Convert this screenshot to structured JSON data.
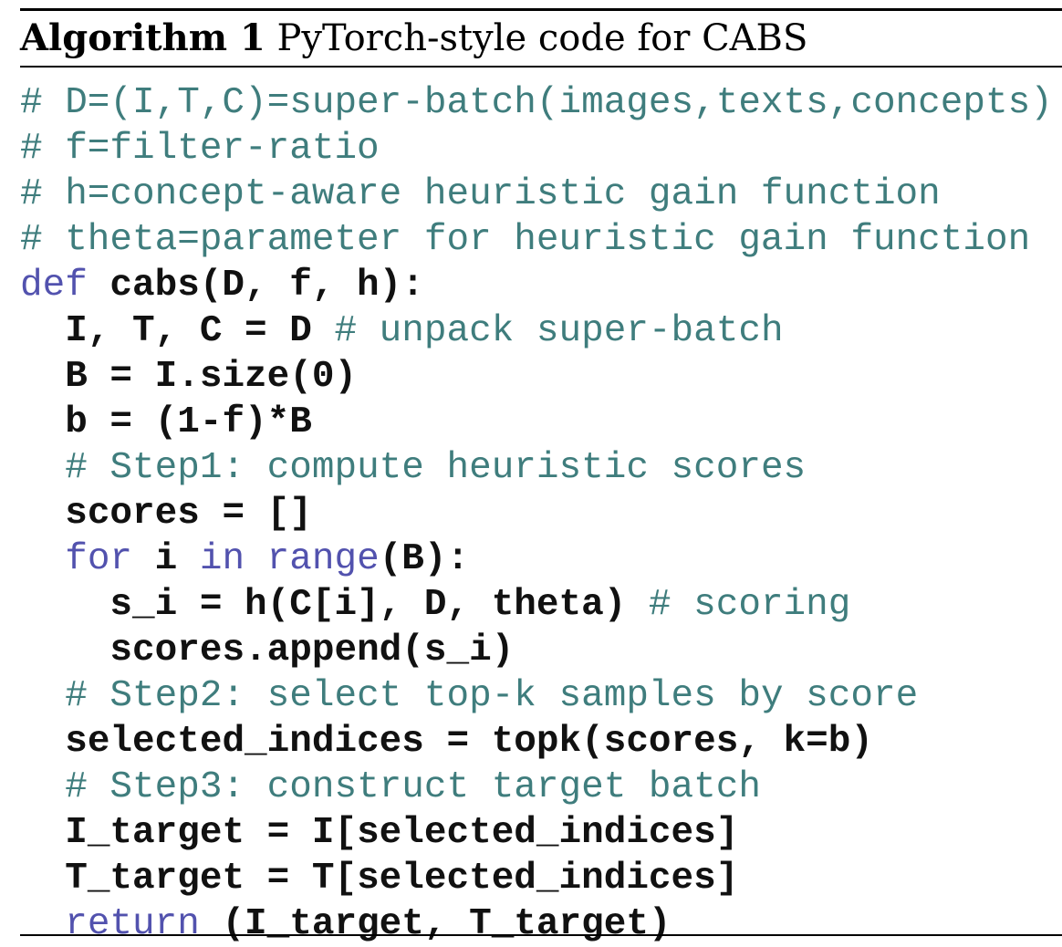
{
  "algorithm": {
    "label": "Algorithm 1",
    "title": "PyTorch-style code for CABS"
  },
  "colors": {
    "comment": "#3f7d7d",
    "keyword": "#5252ae",
    "text": "#111111"
  },
  "code_lines": [
    {
      "indent": 0,
      "segments": [
        {
          "type": "comment",
          "text": "# D=(I,T,C)=super-batch(images,texts,concepts)"
        }
      ]
    },
    {
      "indent": 0,
      "segments": [
        {
          "type": "comment",
          "text": "# f=filter-ratio"
        }
      ]
    },
    {
      "indent": 0,
      "segments": [
        {
          "type": "comment",
          "text": "# h=concept-aware heuristic gain function"
        }
      ]
    },
    {
      "indent": 0,
      "segments": [
        {
          "type": "comment",
          "text": "# theta=parameter for heuristic gain function"
        }
      ]
    },
    {
      "indent": 0,
      "segments": [
        {
          "type": "keyword",
          "text": "def"
        },
        {
          "type": "text",
          "text": " cabs(D, f, h):"
        }
      ]
    },
    {
      "indent": 2,
      "segments": [
        {
          "type": "text",
          "text": "I, T, C = D "
        },
        {
          "type": "comment",
          "text": "# unpack super-batch"
        }
      ]
    },
    {
      "indent": 2,
      "segments": [
        {
          "type": "text",
          "text": "B = I.size(0)"
        }
      ]
    },
    {
      "indent": 2,
      "segments": [
        {
          "type": "text",
          "text": "b = (1-f)*B"
        }
      ]
    },
    {
      "indent": 2,
      "segments": [
        {
          "type": "comment",
          "text": "# Step1: compute heuristic scores"
        }
      ]
    },
    {
      "indent": 2,
      "segments": [
        {
          "type": "text",
          "text": "scores = []"
        }
      ]
    },
    {
      "indent": 2,
      "segments": [
        {
          "type": "keyword",
          "text": "for"
        },
        {
          "type": "text",
          "text": " i "
        },
        {
          "type": "keyword",
          "text": "in"
        },
        {
          "type": "text",
          "text": " "
        },
        {
          "type": "keyword",
          "text": "range"
        },
        {
          "type": "text",
          "text": "(B):"
        }
      ]
    },
    {
      "indent": 4,
      "segments": [
        {
          "type": "text",
          "text": "s_i = h(C[i], D, theta) "
        },
        {
          "type": "comment",
          "text": "# scoring"
        }
      ]
    },
    {
      "indent": 4,
      "segments": [
        {
          "type": "text",
          "text": "scores.append(s_i)"
        }
      ]
    },
    {
      "indent": 2,
      "segments": [
        {
          "type": "comment",
          "text": "# Step2: select top-k samples by score"
        }
      ]
    },
    {
      "indent": 2,
      "segments": [
        {
          "type": "text",
          "text": "selected_indices = topk(scores, k=b)"
        }
      ]
    },
    {
      "indent": 2,
      "segments": [
        {
          "type": "comment",
          "text": "# Step3: construct target batch"
        }
      ]
    },
    {
      "indent": 2,
      "segments": [
        {
          "type": "text",
          "text": "I_target = I[selected_indices]"
        }
      ]
    },
    {
      "indent": 2,
      "segments": [
        {
          "type": "text",
          "text": "T_target = T[selected_indices]"
        }
      ]
    },
    {
      "indent": 2,
      "segments": [
        {
          "type": "keyword",
          "text": "return"
        },
        {
          "type": "text",
          "text": " (I_target, T_target)"
        }
      ]
    }
  ]
}
